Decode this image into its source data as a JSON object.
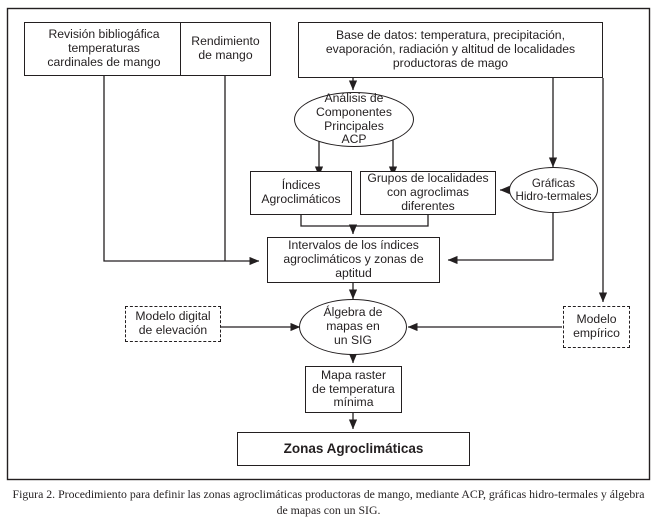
{
  "figure": {
    "caption": "Figura 2. Procedimiento para definir las zonas agroclimáticas productoras de mango, mediante ACP, gráficas hidro-termales y álgebra de mapas con un SIG.",
    "frame_color": "#231f20",
    "text_color": "#231f20",
    "background": "#ffffff"
  },
  "nodes": {
    "revision_bibliografica": "Revisión bibliogáfica\ntemperaturas\ncardinales de mango",
    "rendimiento_mango": "Rendimiento\nde mango",
    "base_de_datos": "Base de datos: temperatura, precipitación,\nevaporación, radiación y altitud de localidades\nproductoras de mago",
    "acp": "Análisis de\nComponentes\nPrincipales\nACP",
    "indices_agroclimaticos": "Índices\nAgroclimáticos",
    "grupos_localidades": "Grupos de localidades\ncon agroclimas\ndiferentes",
    "graficas_hidrotermales": "Gráficas\nHidro-termales",
    "intervalos_indices": "Intervalos de los índices\nagroclimáticos y zonas de\naptitud",
    "modelo_digital": "Modelo digital\nde elevación",
    "algebra_mapas": "Álgebra de\nmapas en\nun SIG",
    "modelo_empirico": "Modelo\nempírico",
    "mapa_raster": "Mapa raster\nde temperatura\nmínima",
    "zonas_agroclimaticas": "Zonas Agroclimáticas"
  }
}
